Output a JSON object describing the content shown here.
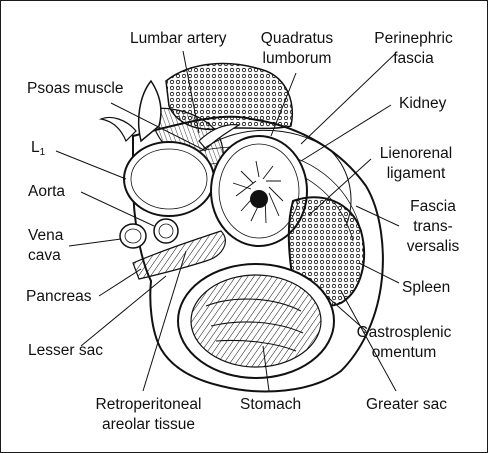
{
  "figure": {
    "colors": {
      "ink": "#111111",
      "paper": "#ffffff"
    },
    "labels": {
      "lumbar_artery": "Lumbar artery",
      "quadratus_1": "Quadratus",
      "quadratus_2": "lumborum",
      "perinephric_1": "Perinephric",
      "perinephric_2": "fascia",
      "psoas": "Psoas muscle",
      "kidney": "Kidney",
      "l1_main": "L",
      "l1_sub": "1",
      "lienorenal_1": "Lienorenal",
      "lienorenal_2": "ligament",
      "aorta": "Aorta",
      "fascia_1": "Fascia",
      "fascia_2": "trans-",
      "fascia_3": "versalis",
      "vena_1": "Vena",
      "vena_2": "cava",
      "pancreas": "Pancreas",
      "spleen": "Spleen",
      "lesser_sac": "Lesser sac",
      "gastrosplenic_1": "Gastrosplenic",
      "gastrosplenic_2": "omentum",
      "retro_1": "Retroperitoneal",
      "retro_2": "areolar tissue",
      "stomach": "Stomach",
      "greater_sac": "Greater sac"
    }
  }
}
